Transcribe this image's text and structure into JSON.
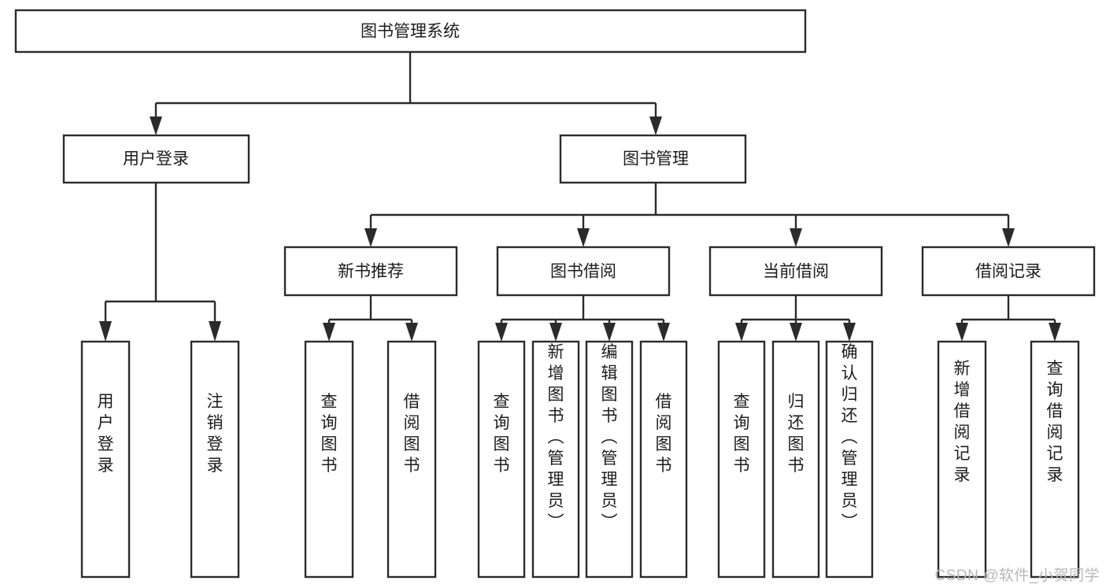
{
  "diagram": {
    "title": "图书管理系统",
    "type": "tree",
    "orientation": "top-down",
    "watermark": "CSDN @软件_小贺同学",
    "colors": {
      "box_stroke": "#2b2b2b",
      "box_fill": "#ffffff",
      "text": "#1c1c1c",
      "background": "#ffffff",
      "watermark": "#b8b8b8"
    },
    "nodes": {
      "root": {
        "label": "图书管理系统"
      },
      "level2": [
        {
          "label": "用户登录"
        },
        {
          "label": "图书管理"
        }
      ],
      "level3": [
        {
          "label": "新书推荐"
        },
        {
          "label": "图书借阅"
        },
        {
          "label": "当前借阅"
        },
        {
          "label": "借阅记录"
        }
      ],
      "leaves_user_login": [
        {
          "label": "用户登录"
        },
        {
          "label": "注销登录"
        }
      ],
      "leaves_new_book": [
        {
          "label": "查询图书"
        },
        {
          "label": "借阅图书"
        }
      ],
      "leaves_borrow": [
        {
          "label": "查询图书"
        },
        {
          "label": "新增图书（管理员）"
        },
        {
          "label": "编辑图书（管理员）"
        },
        {
          "label": "借阅图书"
        }
      ],
      "leaves_current": [
        {
          "label": "查询图书"
        },
        {
          "label": "归还图书"
        },
        {
          "label": "确认归还（管理员）"
        }
      ],
      "leaves_records": [
        {
          "label": "新增借阅记录"
        },
        {
          "label": "查询借阅记录"
        }
      ]
    }
  }
}
